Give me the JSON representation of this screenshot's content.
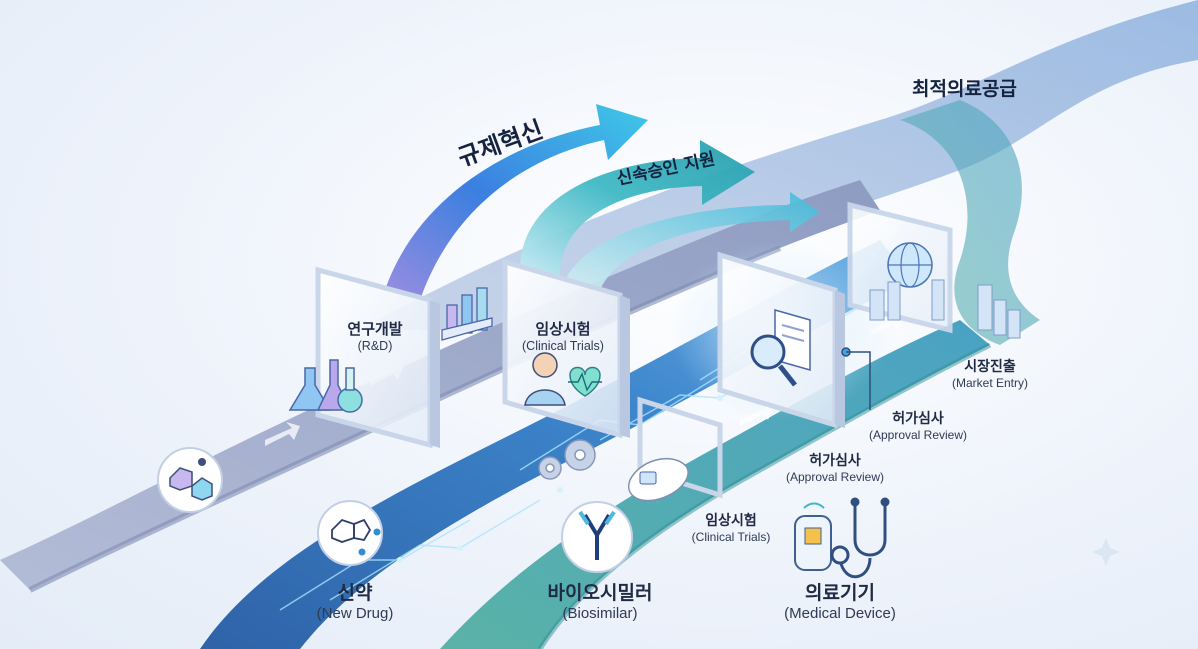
{
  "banners": {
    "regulatory_innovation": "규제혁신",
    "fast_track_support": "신속승인 지원",
    "optimal_supply": "최적의료공급"
  },
  "tracks": {
    "new_drug": {
      "ko": "신약",
      "en": "(New Drug)"
    },
    "biosimilar": {
      "ko": "바이오시밀러",
      "en": "(Biosimilar)"
    },
    "medical_device": {
      "ko": "의료기기",
      "en": "(Medical Device)"
    }
  },
  "stages": {
    "rd": {
      "ko": "연구개발",
      "en": "(R&D)"
    },
    "clinical_1": {
      "ko": "임상시험",
      "en": "(Clinical Trials)"
    },
    "approval_1": {
      "ko": "허가심사",
      "en": "(Approval Review)"
    },
    "clinical_2": {
      "ko": "임상시험",
      "en": "(Clinical Trials)"
    },
    "approval_2": {
      "ko": "허가심사",
      "en": "(Approval Review)"
    },
    "market_entry": {
      "ko": "시장진출",
      "en": "(Market Entry)"
    }
  },
  "colors": {
    "lane_drug": "#9aa6c8",
    "lane_bio": "#3f7fc6",
    "lane_device": "#3fa6a8",
    "arrow_blue": "#2f8fe6",
    "arrow_teal": "#33b6b0",
    "panel_edge": "#c9d6ea"
  }
}
